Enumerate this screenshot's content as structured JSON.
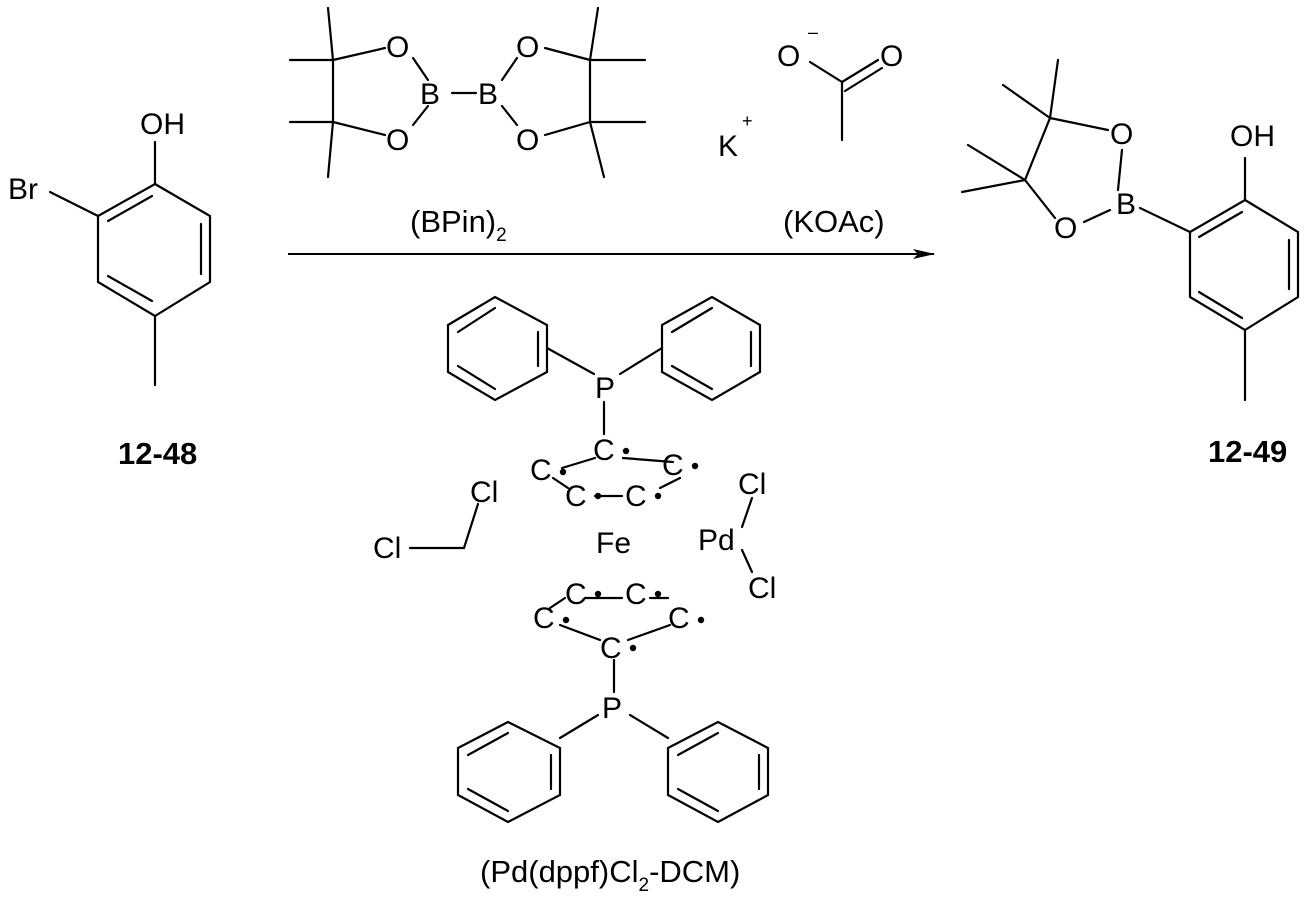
{
  "colors": {
    "ink": "#000000",
    "background": "#ffffff"
  },
  "reactant": {
    "label": "12-48",
    "atoms": {
      "oh": "OH",
      "br": "Br"
    }
  },
  "product": {
    "label": "12-49",
    "atoms": {
      "oh": "OH",
      "b": "B",
      "o1": "O",
      "o2": "O"
    }
  },
  "reagent_bpin": {
    "label_main": "(BPin)",
    "label_sub": "2",
    "label_tail": "",
    "atoms": {
      "o": "O",
      "b": "B"
    }
  },
  "reagent_koac": {
    "label": "(KOAc)",
    "cation": "K",
    "cation_charge": "+",
    "anion_charge": "–",
    "atoms": {
      "o": "O"
    }
  },
  "catalyst": {
    "label_main": "(Pd(dppf)Cl",
    "label_sub": "2",
    "label_tail": "-DCM)",
    "atoms": {
      "p": "P",
      "c": "C",
      "fe": "Fe",
      "pd": "Pd",
      "cl": "Cl"
    }
  }
}
